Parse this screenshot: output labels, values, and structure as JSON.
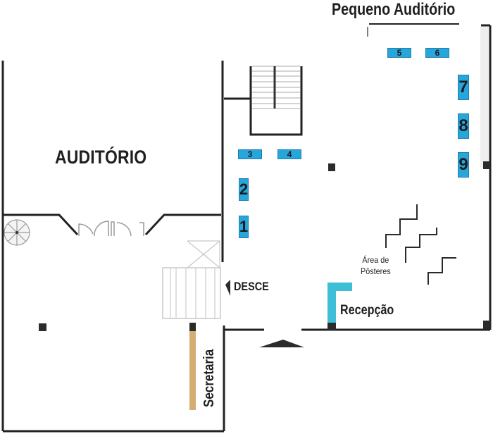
{
  "map": {
    "rooms": {
      "main_auditorium": "AUDITÓRIO",
      "small_auditorium": "Pequeno Auditório",
      "poster_area_line1": "Área de",
      "poster_area_line2": "Pôsteres",
      "reception": "Recepção",
      "secretariat": "Secretaria",
      "stairs_down": "DESCE"
    },
    "booths": [
      {
        "id": "1",
        "label": "1"
      },
      {
        "id": "2",
        "label": "2"
      },
      {
        "id": "3",
        "label": "3"
      },
      {
        "id": "4",
        "label": "4"
      },
      {
        "id": "5",
        "label": "5"
      },
      {
        "id": "6",
        "label": "6"
      },
      {
        "id": "7",
        "label": "7"
      },
      {
        "id": "8",
        "label": "8"
      },
      {
        "id": "9",
        "label": "9"
      }
    ],
    "colors": {
      "booth": "#27a6dc",
      "reception_counter": "#3fbfd6",
      "secretariat_counter": "#d4ad72",
      "walls": "#222222"
    }
  }
}
